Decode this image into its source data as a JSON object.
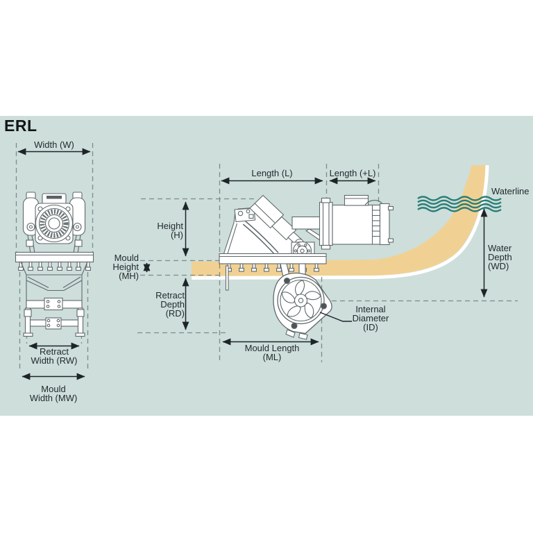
{
  "title": "ERL",
  "colors": {
    "page_bg": "#ffffff",
    "panel_bg": "#cddedb",
    "hull_fill": "#f1d193",
    "hull_outline": "#ffffff",
    "waves": "#2b7e78",
    "dimension_lines": "#1d2427",
    "dashed_guides": "#7d8b88",
    "drawing_lines": "#5f686b"
  },
  "labels": {
    "width": "Width (W)",
    "length": "Length (L)",
    "length_plus": "Length (+L)",
    "waterline": "Waterline",
    "height": [
      "Height",
      "(H)"
    ],
    "mould_height": [
      "Mould",
      "Height",
      "(MH)"
    ],
    "retract_depth": [
      "Retract",
      "Depth",
      "(RD)"
    ],
    "water_depth": [
      "Water",
      "Depth",
      "(WD)"
    ],
    "internal_diameter": [
      "Internal",
      "Diameter",
      "(ID)"
    ],
    "mould_length": [
      "Mould Length",
      "(ML)"
    ],
    "retract_width": [
      "Retract",
      "Width (RW)"
    ],
    "mould_width": [
      "Mould",
      "Width (MW)"
    ]
  }
}
